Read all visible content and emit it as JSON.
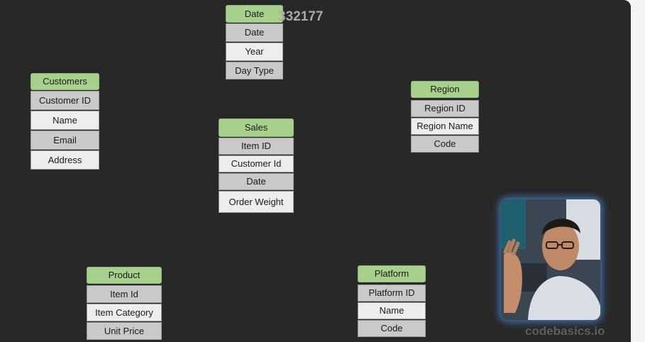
{
  "watermark_number": "332177",
  "brand": "codebasics.io",
  "tables": {
    "date": {
      "title": "Date",
      "fields": [
        "Date",
        "Year",
        "Day Type"
      ]
    },
    "customers": {
      "title": "Customers",
      "fields": [
        "Customer ID",
        "Name",
        "Email",
        "Address"
      ]
    },
    "region": {
      "title": "Region",
      "fields": [
        "Region ID",
        "Region Name",
        "Code"
      ]
    },
    "sales": {
      "title": "Sales",
      "fields": [
        "Item ID",
        "Customer Id",
        "Date",
        "Order Weight"
      ]
    },
    "product": {
      "title": "Product",
      "fields": [
        "Item Id",
        "Item Category",
        "Unit Price"
      ]
    },
    "platform": {
      "title": "Platform",
      "fields": [
        "Platform ID",
        "Name",
        "Code"
      ]
    }
  }
}
